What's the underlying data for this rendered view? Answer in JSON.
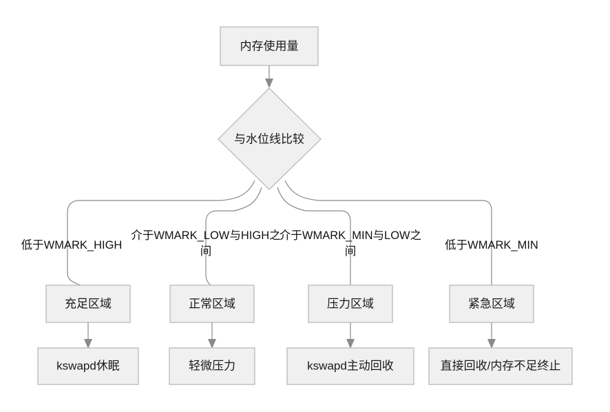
{
  "diagram": {
    "type": "flowchart",
    "title": "",
    "direction": "top-down",
    "colors": {
      "node_fill": "#f0f0f0",
      "node_stroke": "#b4b4b4",
      "edge_stroke": "#8a8a8a",
      "text": "#1a1a1a",
      "background": "#ffffff"
    },
    "nodes": {
      "start": {
        "label": "内存使用量",
        "shape": "rectangle"
      },
      "decision": {
        "label": "与水位线比较",
        "shape": "diamond"
      },
      "zone_plenty": {
        "label": "充足区域",
        "shape": "rectangle"
      },
      "zone_normal": {
        "label": "正常区域",
        "shape": "rectangle"
      },
      "zone_pressure": {
        "label": "压力区域",
        "shape": "rectangle"
      },
      "zone_emergency": {
        "label": "紧急区域",
        "shape": "rectangle"
      },
      "action_kswapd_sleep": {
        "label": "kswapd休眠",
        "shape": "rectangle"
      },
      "action_mild_pressure": {
        "label": "轻微压力",
        "shape": "rectangle"
      },
      "action_kswapd_reclaim": {
        "label": "kswapd主动回收",
        "shape": "rectangle"
      },
      "action_direct_reclaim": {
        "label": "直接回收/内存不足终止",
        "shape": "rectangle"
      }
    },
    "edge_labels": {
      "branch_high": {
        "line1": "低于WMARK_HIGH",
        "line2": ""
      },
      "branch_low_high": {
        "line1": "介于WMARK_LOW与HIGH之",
        "line2": "间"
      },
      "branch_min_low": {
        "line1": "介于WMARK_MIN与LOW之",
        "line2": "间"
      },
      "branch_min": {
        "line1": "低于WMARK_MIN",
        "line2": ""
      }
    }
  }
}
